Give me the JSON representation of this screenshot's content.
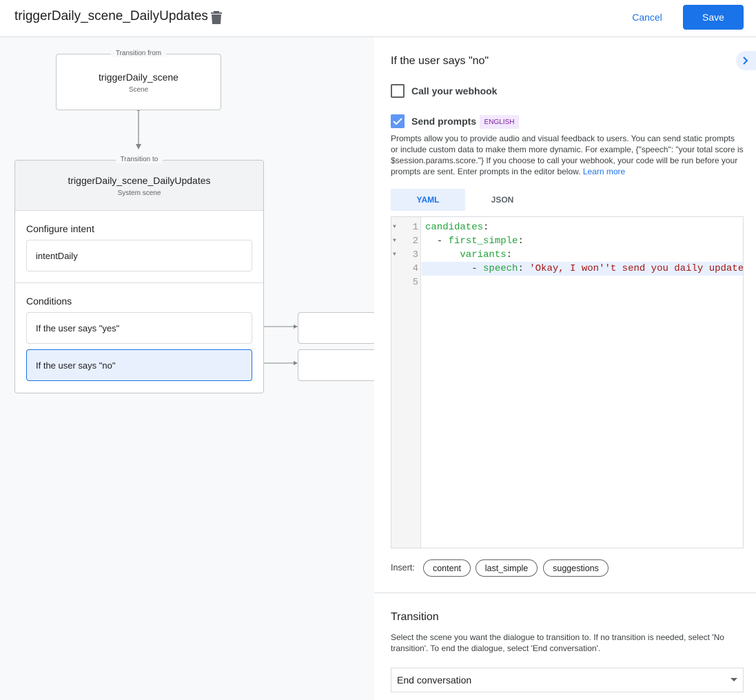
{
  "header": {
    "title": "triggerDaily_scene_DailyUpdates",
    "cancel": "Cancel",
    "save": "Save"
  },
  "canvas": {
    "from": {
      "legend": "Transition from",
      "name": "triggerDaily_scene",
      "type": "Scene"
    },
    "to": {
      "legend": "Transition to",
      "name": "triggerDaily_scene_DailyUpdates",
      "type": "System scene",
      "intent_label": "Configure intent",
      "intent": "intentDaily",
      "conditions_label": "Conditions",
      "conditions": [
        "If the user says \"yes\"",
        "If the user says \"no\""
      ]
    }
  },
  "panel": {
    "heading": "If the user says \"no\"",
    "webhook": {
      "label": "Call your webhook",
      "checked": false
    },
    "prompts": {
      "label": "Send prompts",
      "checked": true,
      "badge": "ENGLISH",
      "description": "Prompts allow you to provide audio and visual feedback to users. You can send static prompts or include custom data to make them more dynamic. For example, {\"speech\": \"your total score is $session.params.score.\"} If you choose to call your webhook, your code will be run before your prompts are sent. Enter prompts in the editor below.",
      "learn_more": "Learn more"
    },
    "tabs": [
      "YAML",
      "JSON"
    ],
    "active_tab": "YAML",
    "editor": {
      "line_numbers": [
        "1",
        "2",
        "3",
        "4",
        "5"
      ],
      "lines": [
        [
          {
            "t": "candidates",
            "c": "k"
          },
          {
            "t": ":",
            "c": "p"
          }
        ],
        [
          {
            "t": "  - ",
            "c": "p"
          },
          {
            "t": "first_simple",
            "c": "k"
          },
          {
            "t": ":",
            "c": "p"
          }
        ],
        [
          {
            "t": "      variants",
            "c": "k"
          },
          {
            "t": ":",
            "c": "p"
          }
        ],
        [
          {
            "t": "        - ",
            "c": "p"
          },
          {
            "t": "speech",
            "c": "k"
          },
          {
            "t": ": ",
            "c": "p"
          },
          {
            "t": "'Okay, I won''t send you daily update",
            "c": "s"
          }
        ],
        []
      ]
    },
    "insert": {
      "label": "Insert:",
      "chips": [
        "content",
        "last_simple",
        "suggestions"
      ]
    },
    "transition": {
      "heading": "Transition",
      "description": "Select the scene you want the dialogue to transition to. If no transition is needed, select 'No transition'. To end the dialogue, select 'End conversation'.",
      "selected": "End conversation"
    }
  },
  "colors": {
    "accent": "#1a73e8",
    "badge_bg": "#f3e8fd",
    "badge_text": "#7b1fa2"
  }
}
